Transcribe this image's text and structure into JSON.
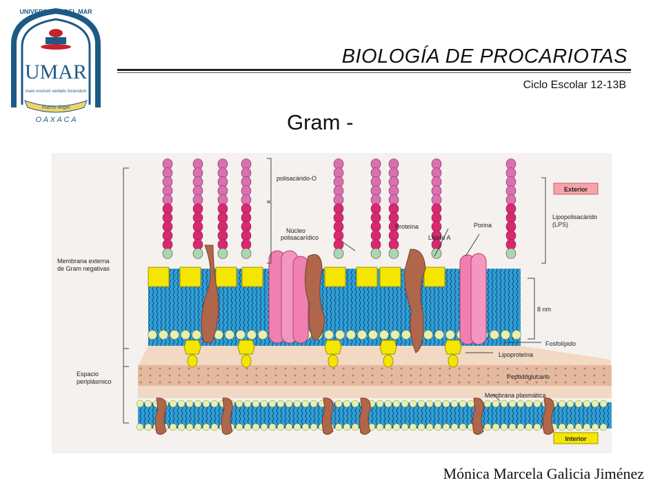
{
  "header": {
    "logo_text_top": "UNIVERSIDAD DEL MAR",
    "logo_monogram": "UMAR",
    "logo_motto": "mare nostrum veritatis fociendum",
    "logo_ribbon": "Puerto Ángel",
    "logo_state": "O A X A C A",
    "course_title": "BIOLOGÍA DE PROCARIOTAS",
    "school_year": "Ciclo Escolar 12-13B"
  },
  "slide": {
    "heading": "Gram -"
  },
  "diagram": {
    "labels": {
      "polisacarido_o": "polisacárido-O",
      "nucleo_1": "Núcleo",
      "nucleo_2": "polisacarídico",
      "proteina": "Proteína",
      "lipido_a": "Lípido A",
      "porina": "Porina",
      "exterior": "Exterior",
      "lps_1": "Lipopolisacárido",
      "lps_2": "(LPS)",
      "membrana_ext_1": "Membrana externa",
      "membrana_ext_2": "de Gram negativas",
      "thickness": "8 nm",
      "fosfolipido": "Fosfolípido",
      "lipoproteina": "Lipoproteína",
      "espacio_1": "Espacio",
      "espacio_2": "periplásmico",
      "peptidoglucano": "Peptidoglucano",
      "membrana_plasmatica": "Membrana plasmática",
      "interior": "Interior"
    },
    "colors": {
      "membrane_blue": "#2f9fd8",
      "lipid_a_yellow": "#f4e600",
      "sugar_magenta": "#d8296e",
      "sugar_pink": "#d970b0",
      "protein_brown": "#b0664a",
      "porin_pink": "#ef80b0",
      "peptidoglycan": "#e8b7a0",
      "label_box": "#f7a3a8",
      "interior_box": "#f4e600"
    }
  },
  "footer": {
    "author": "Mónica Marcela Galicia Jiménez"
  }
}
